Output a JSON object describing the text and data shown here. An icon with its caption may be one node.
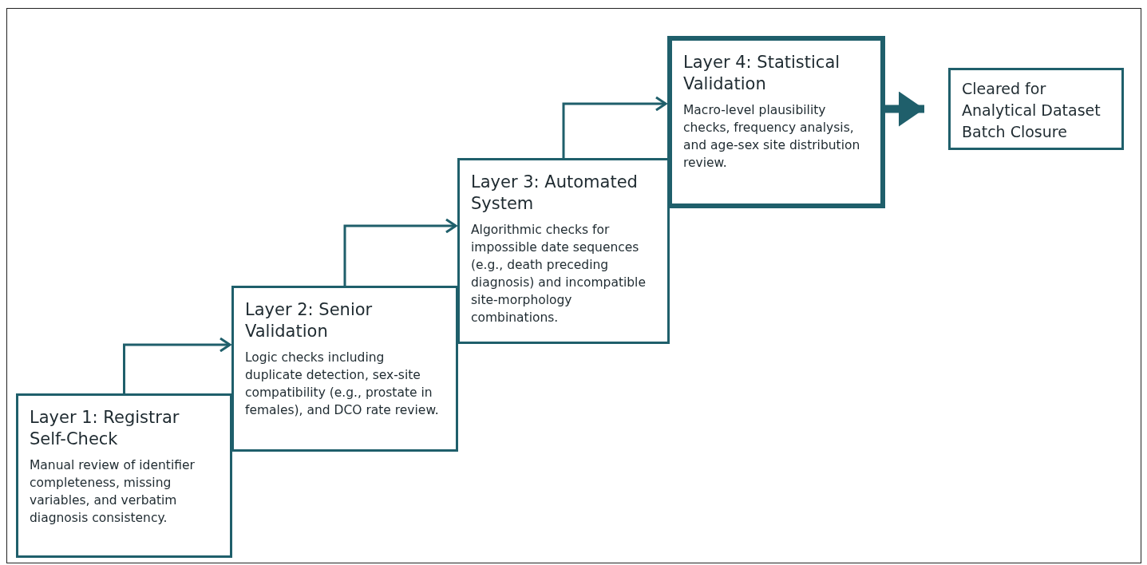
{
  "diagram": {
    "nodes": [
      {
        "text": [
          "Layer 1: Registrar Self-Check",
          "Manual review of identifier completeness, missing variables, and verbatim diagnosis consistency."
        ]
      },
      {
        "text": [
          "Layer 2: Senior Validation",
          "Logic checks including duplicate detection, sex-site compatibility (e.g., prostate in females), and DCO rate review."
        ]
      },
      {
        "text": [
          "Layer 3: Automated System",
          "Algorithmic checks for impossible date sequences (e.g., death preceding diagnosis) and incompatible site-morphology combinations."
        ]
      },
      {
        "text": [
          "Layer 4: Statistical Validation",
          "Macro-level plausibility checks, frequency analysis, and age-sex site distribution review."
        ]
      },
      {
        "text": [
          "Cleared for Analytical Dataset Batch Closure"
        ]
      }
    ],
    "edges": [
      {
        "from": 0,
        "to": 1,
        "arrow": "to"
      },
      {
        "from": 1,
        "to": 2,
        "arrow": "to"
      },
      {
        "from": 2,
        "to": 3,
        "arrow": "to"
      },
      {
        "from": 3,
        "to": 4,
        "arrow": "to",
        "style": "thick"
      }
    ]
  }
}
